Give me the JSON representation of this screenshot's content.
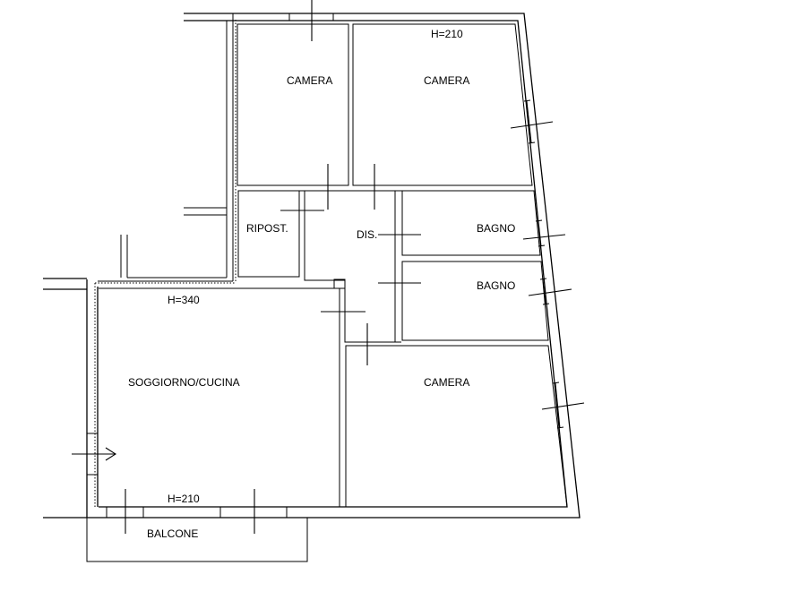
{
  "rooms": {
    "camera_1": "CAMERA",
    "camera_2": "CAMERA",
    "ripostiglio": "RIPOST.",
    "disimpegno": "DIS.",
    "bagno_1": "BAGNO",
    "bagno_2": "BAGNO",
    "soggiorno": "SOGGIORNO/CUCINA",
    "camera_3": "CAMERA",
    "balcone": "BALCONE"
  },
  "heights": {
    "camera": "H=210",
    "soggiorno_top": "H=340",
    "soggiorno_bottom": "H=210"
  }
}
